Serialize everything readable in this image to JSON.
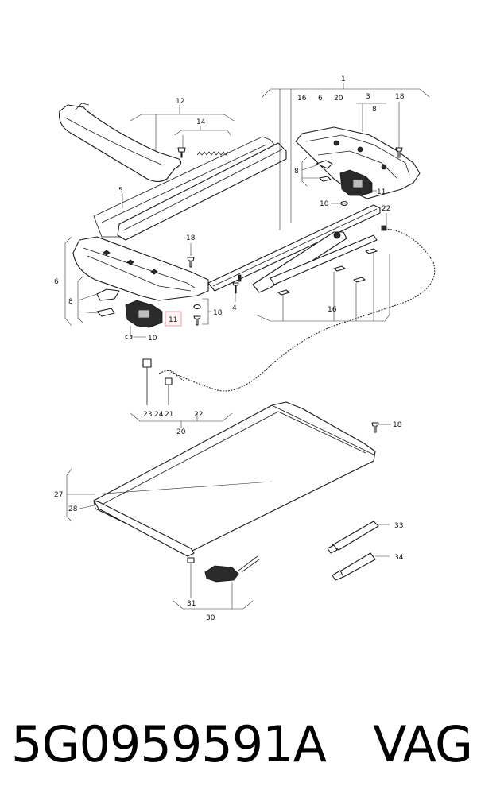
{
  "labels": {
    "l1": "1",
    "l3": "3",
    "l4": "4",
    "l5": "5",
    "l6": "6",
    "l6b": "6",
    "l8a": "8",
    "l8b": "8",
    "l8c": "8",
    "l10a": "10",
    "l10b": "10",
    "l11a": "11",
    "l11b": "11",
    "l12": "12",
    "l14": "14",
    "l16a": "16",
    "l16b": "16",
    "l18a": "18",
    "l18b": "18",
    "l18c": "18",
    "l18d": "18",
    "l20a": "20",
    "l20b": "20",
    "l21": "21",
    "l22a": "22",
    "l22b": "22",
    "l23": "23",
    "l24": "24",
    "l27": "27",
    "l28": "28",
    "l30": "30",
    "l31": "31",
    "l33": "33",
    "l34": "34"
  },
  "highlight_color": "#e8a0a8",
  "caption": {
    "part_number": "5G0959591A",
    "brand": "VAG"
  }
}
